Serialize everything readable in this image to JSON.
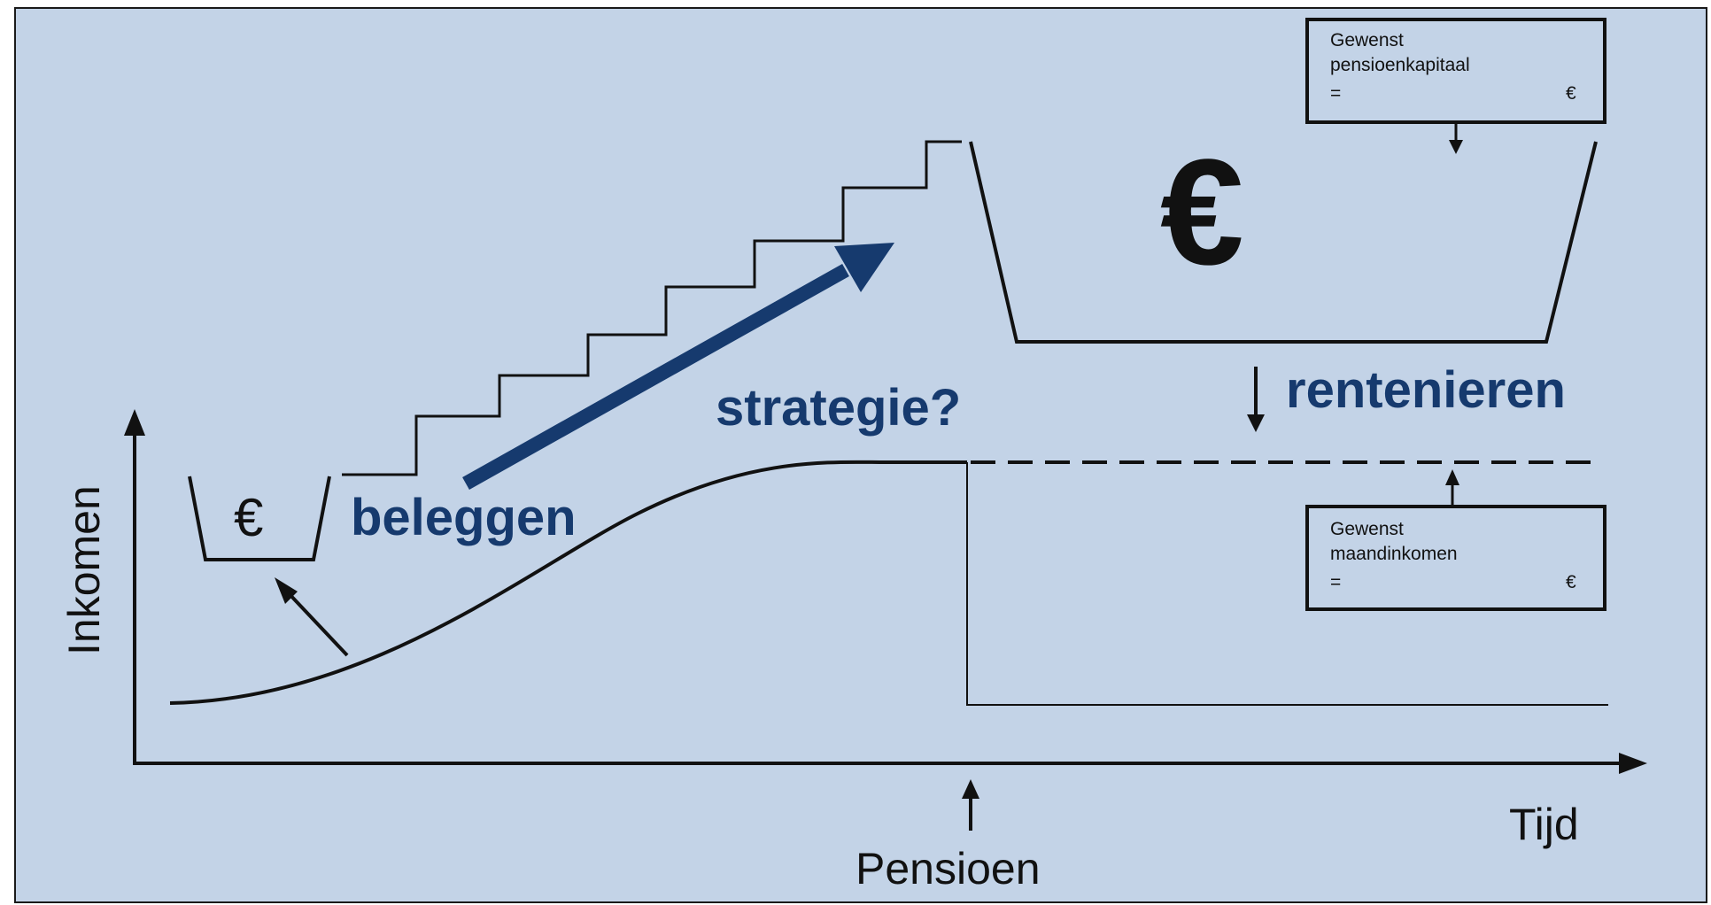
{
  "axes": {
    "y_label": "Inkomen",
    "x_label": "Tijd",
    "retirement_marker": "Pensioen"
  },
  "labels": {
    "investing": "beleggen",
    "strategy": "strategie?",
    "annuitizing": "rentenieren"
  },
  "small_pot": {
    "symbol": "€"
  },
  "large_pot": {
    "symbol": "€"
  },
  "capital_box": {
    "line1": "Gewenst",
    "line2": "pensioenkapitaal",
    "equals": "=",
    "currency": "€"
  },
  "income_box": {
    "line1": "Gewenst",
    "line2": "maandinkomen",
    "equals": "=",
    "currency": "€"
  },
  "colors": {
    "background": "#c3d3e7",
    "accent": "#163a6e",
    "line": "#111111"
  }
}
